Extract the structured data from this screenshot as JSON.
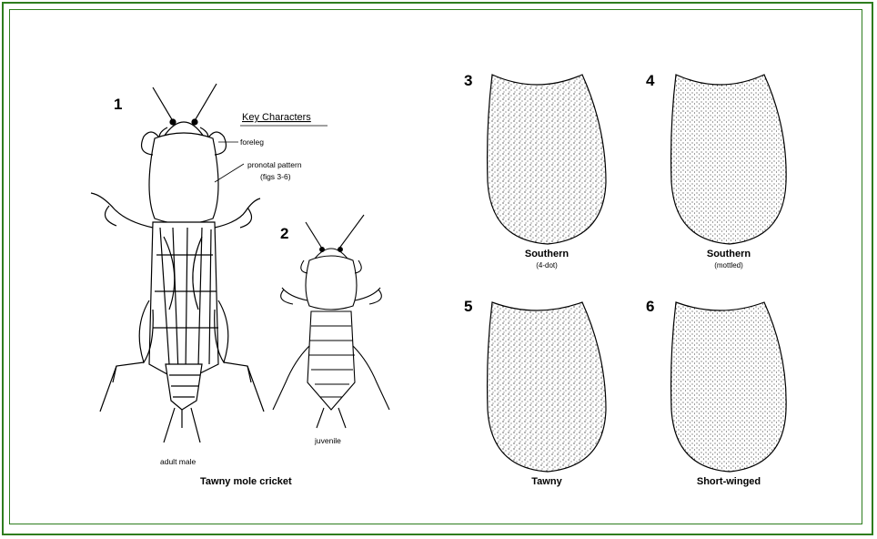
{
  "figure_labels": {
    "fig1_number": "1",
    "fig2_number": "2",
    "fig3_number": "3",
    "fig4_number": "4",
    "fig5_number": "5",
    "fig6_number": "6"
  },
  "key_characters": {
    "heading": "Key Characters",
    "foreleg": "foreleg",
    "pronotal_pattern": "pronotal pattern",
    "pronotal_figs": "(figs 3-6)"
  },
  "cricket_labels": {
    "adult_male": "adult male",
    "juvenile": "juvenile",
    "caption": "Tawny mole cricket"
  },
  "pronotum_panels": [
    {
      "title": "Southern",
      "subtitle": "(4-dot)"
    },
    {
      "title": "Southern",
      "subtitle": "(mottled)"
    },
    {
      "title": "Tawny",
      "subtitle": ""
    },
    {
      "title": "Short-winged",
      "subtitle": ""
    }
  ],
  "colors": {
    "border": "#2e7d1e",
    "ink": "#000000",
    "paper": "#ffffff"
  }
}
